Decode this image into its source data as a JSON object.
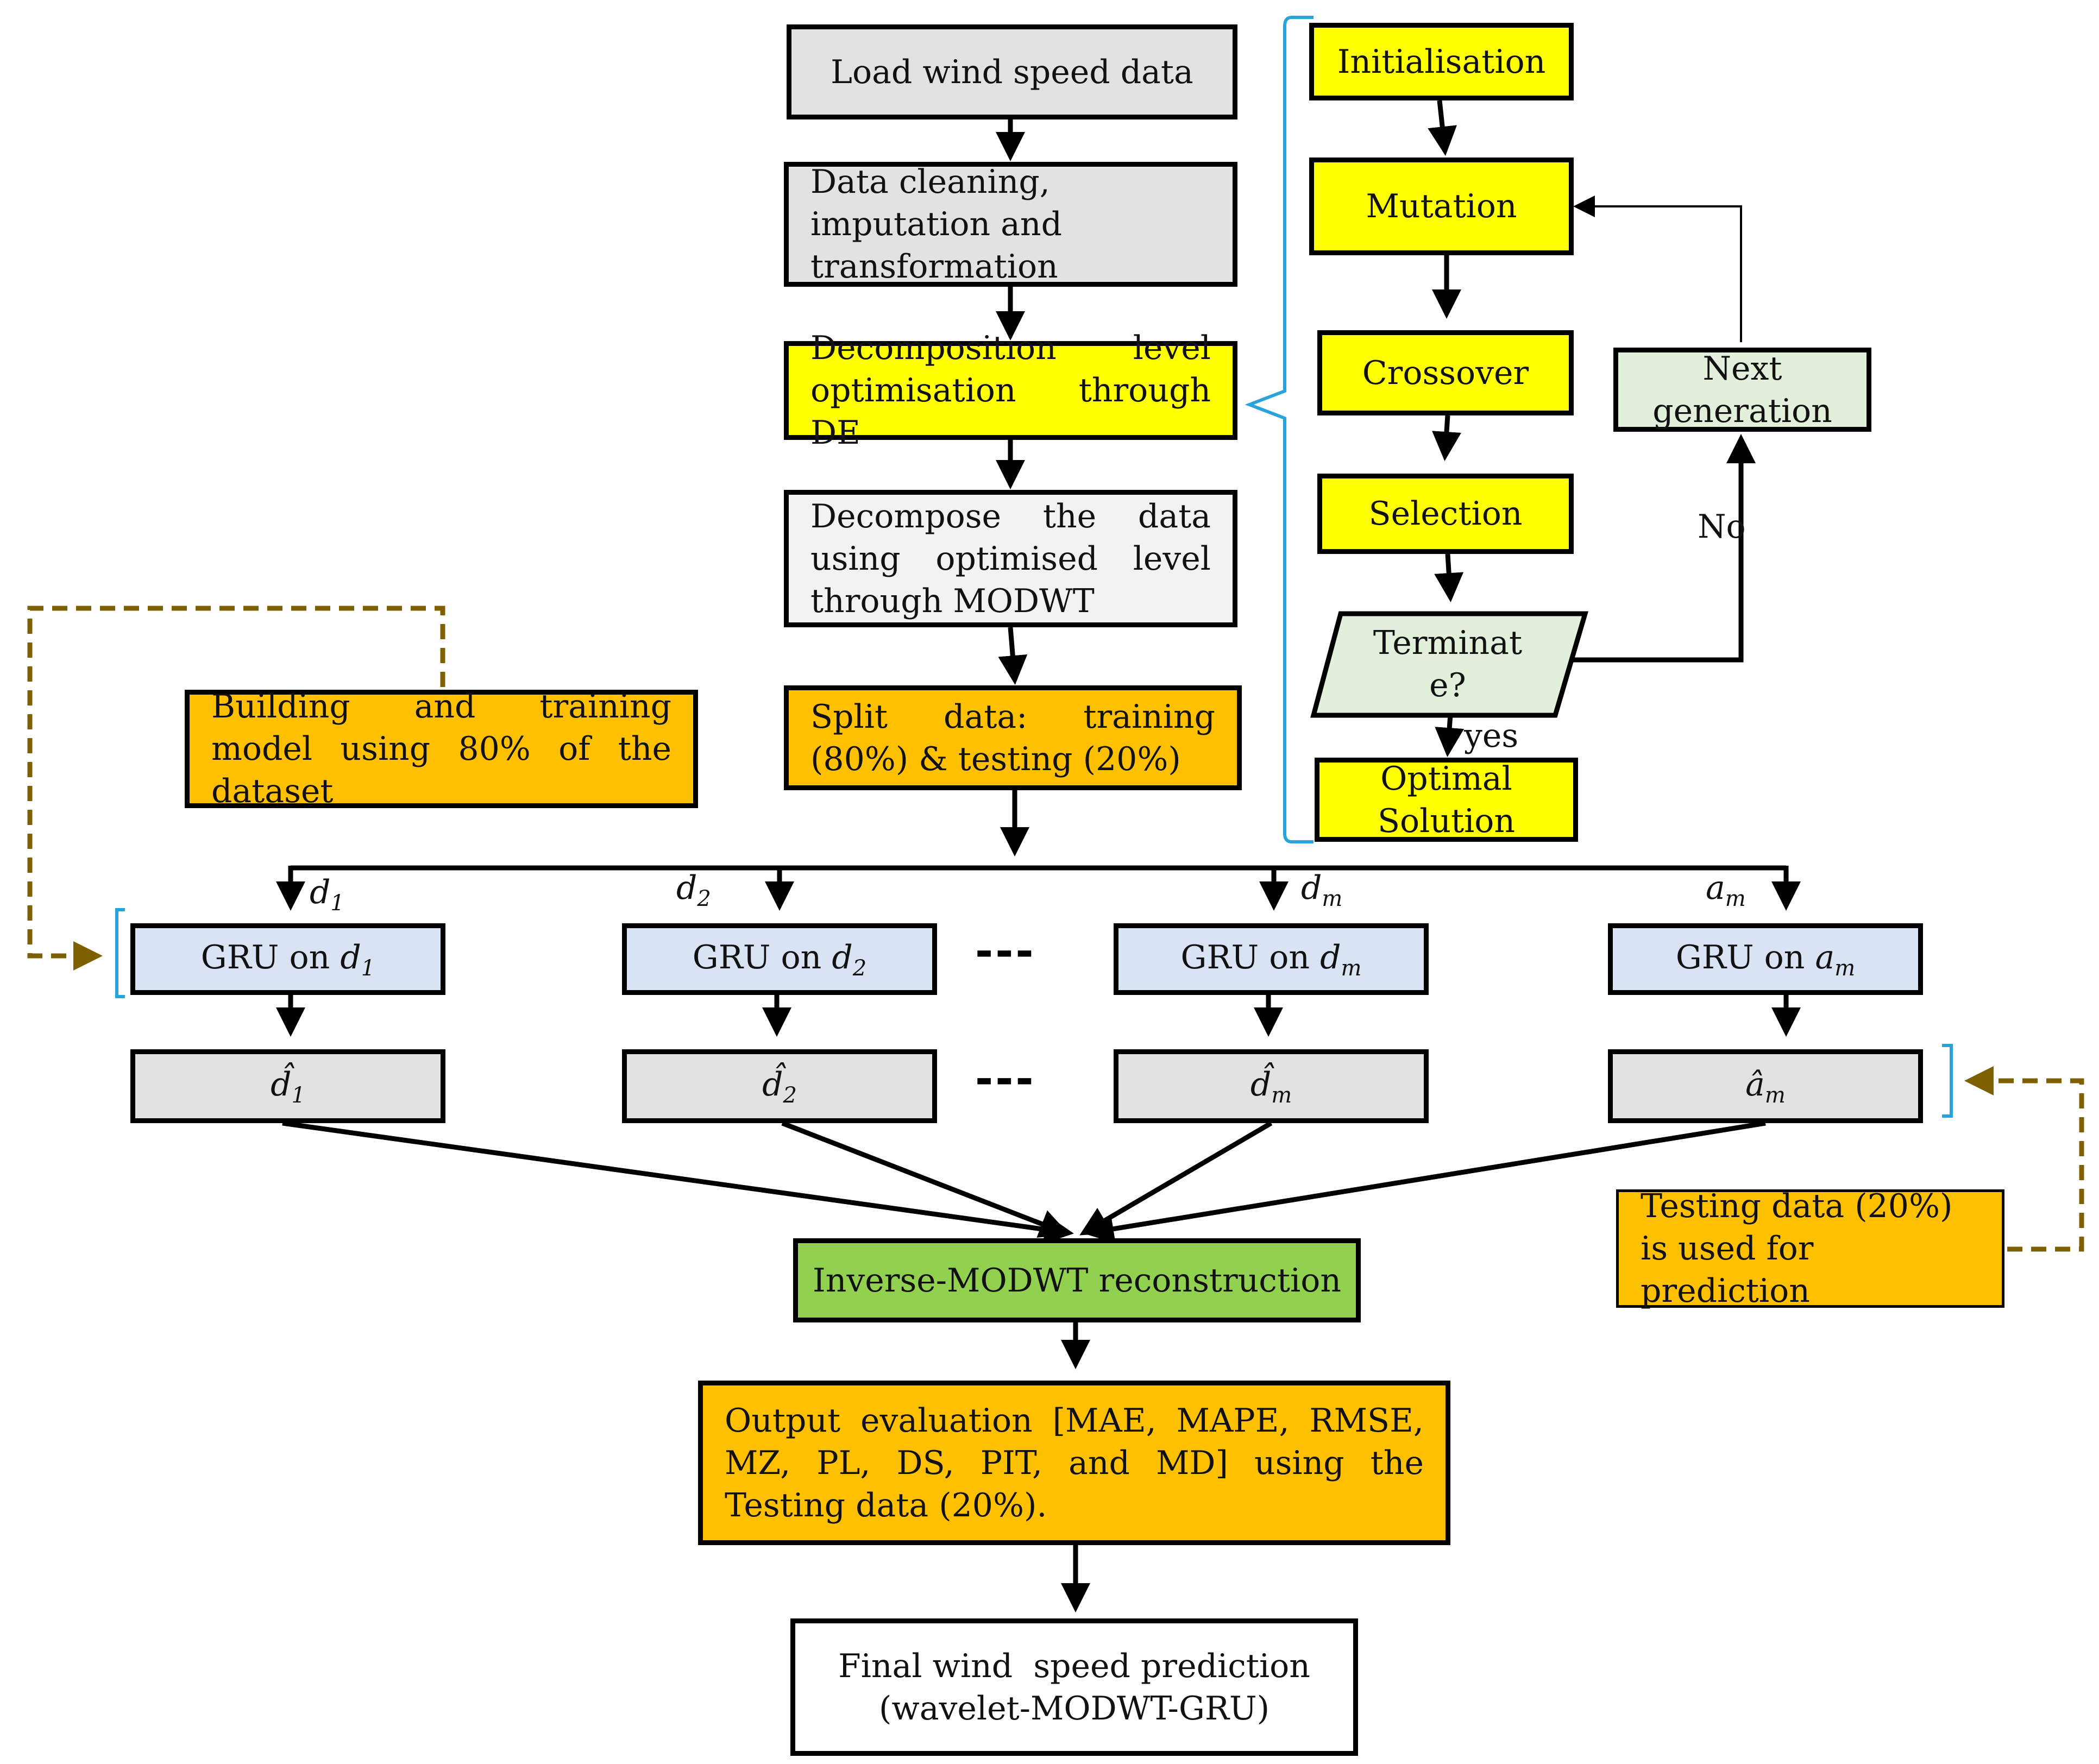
{
  "pipeline": {
    "load": "Load wind speed data",
    "cleaning": "Data cleaning, imputation and transformation",
    "decomposition_opt": "Decomposition level optimisation through DE",
    "decompose": "Decompose the data using optimised level through MODWT",
    "split": "Split data: training (80%) & testing (20%)",
    "reconstruction": "Inverse-MODWT reconstruction",
    "evaluation": "Output evaluation [MAE, MAPE, RMSE, MZ, PL, DS, PIT, and MD] using the Testing data (20%).",
    "final_line1": "Final wind  speed prediction",
    "final_line2": "(wavelet-MODWT-GRU)"
  },
  "de": {
    "initialisation": "Initialisation",
    "mutation": "Mutation",
    "crossover": "Crossover",
    "selection": "Selection",
    "terminate_line1": "Terminat",
    "terminate_line2": "e?",
    "optimal_line1": "Optimal",
    "optimal_line2": "Solution",
    "next_line1": "Next",
    "next_line2": "generation",
    "no_label": "No",
    "yes_label": "yes"
  },
  "notes": {
    "training": "Building and training model using 80% of the dataset",
    "testing": "Testing data (20%) is used for prediction"
  },
  "components": {
    "branch_labels": [
      {
        "base": "d",
        "sub": "1"
      },
      {
        "base": "d",
        "sub": "2"
      },
      {
        "base": "d",
        "sub": "m"
      },
      {
        "base": "a",
        "sub": "m"
      }
    ],
    "gru_prefix": "GRU on ",
    "outputs": [
      {
        "base": "d̂",
        "sub": "1"
      },
      {
        "base": "d̂",
        "sub": "2"
      },
      {
        "base": "d̂",
        "sub": "m"
      },
      {
        "base": "â",
        "sub": "m"
      }
    ],
    "ellipsis": "---"
  },
  "colors": {
    "gray": "#e2e2e2",
    "yellow": "#ffff00",
    "orange": "#ffc000",
    "green": "#92d050",
    "pale_green": "#e2efda",
    "pale_blue": "#dae3f3",
    "bracket_blue": "#29a3dc",
    "dashed_brown": "#7f6000"
  }
}
